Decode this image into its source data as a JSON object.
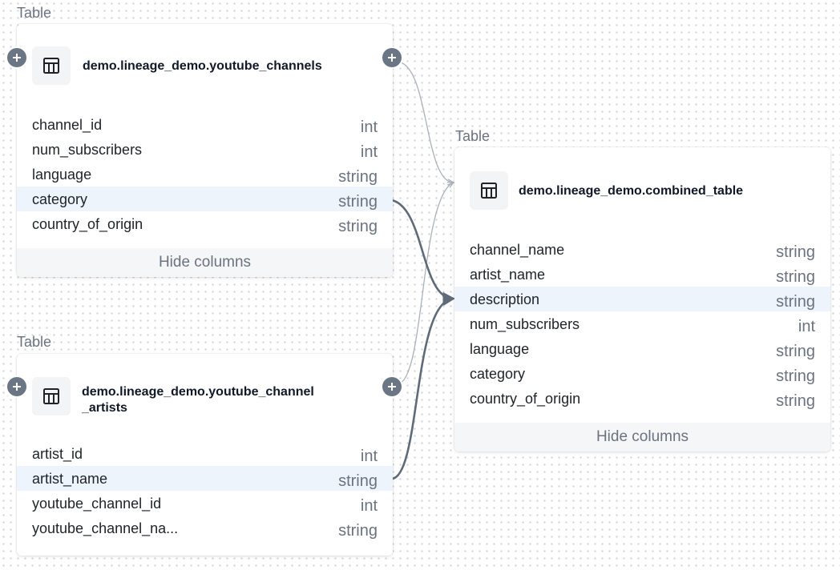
{
  "tables": [
    {
      "type_label": "Table",
      "name": "demo.lineage_demo.youtube_channels",
      "columns": [
        {
          "name": "channel_id",
          "type": "int",
          "highlighted": false
        },
        {
          "name": "num_subscribers",
          "type": "int",
          "highlighted": false
        },
        {
          "name": "language",
          "type": "string",
          "highlighted": false
        },
        {
          "name": "category",
          "type": "string",
          "highlighted": true
        },
        {
          "name": "country_of_origin",
          "type": "string",
          "highlighted": false
        }
      ],
      "hide_label": "Hide columns"
    },
    {
      "type_label": "Table",
      "name_line1": "demo.lineage_demo.youtube_channel",
      "name_line2": "_artists",
      "columns": [
        {
          "name": "artist_id",
          "type": "int",
          "highlighted": false
        },
        {
          "name": "artist_name",
          "type": "string",
          "highlighted": true
        },
        {
          "name": "youtube_channel_id",
          "type": "int",
          "highlighted": false
        },
        {
          "name": "youtube_channel_na...",
          "type": "string",
          "highlighted": false
        }
      ]
    },
    {
      "type_label": "Table",
      "name": "demo.lineage_demo.combined_table",
      "columns": [
        {
          "name": "channel_name",
          "type": "string",
          "highlighted": false
        },
        {
          "name": "artist_name",
          "type": "string",
          "highlighted": false
        },
        {
          "name": "description",
          "type": "string",
          "highlighted": true
        },
        {
          "name": "num_subscribers",
          "type": "int",
          "highlighted": false
        },
        {
          "name": "language",
          "type": "string",
          "highlighted": false
        },
        {
          "name": "category",
          "type": "string",
          "highlighted": false
        },
        {
          "name": "country_of_origin",
          "type": "string",
          "highlighted": false
        }
      ],
      "hide_label": "Hide columns"
    }
  ],
  "icons": {
    "table": "table-icon",
    "expand": "plus-icon"
  },
  "colors": {
    "edge_primary": "#5f6b78",
    "edge_secondary": "#a9b1ba",
    "highlight_row": "#eef4fb",
    "plus_button": "#6b7684"
  }
}
